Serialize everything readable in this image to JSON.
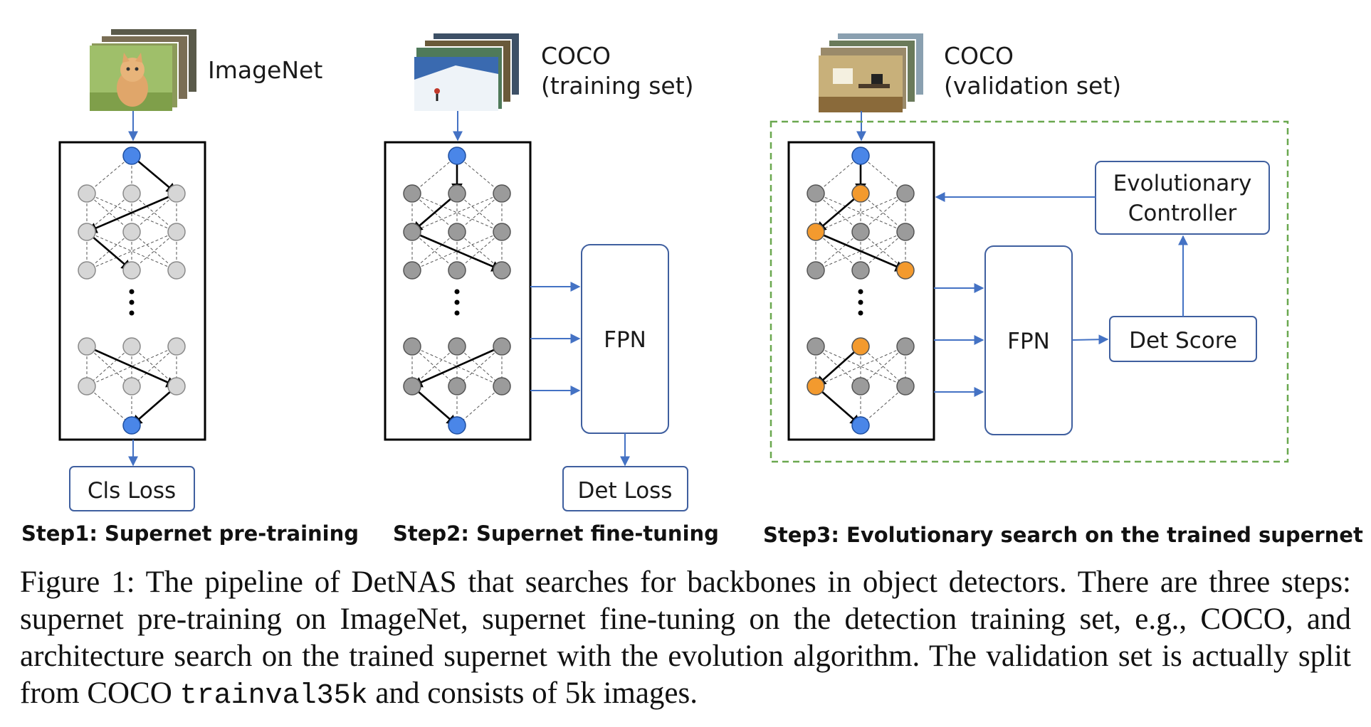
{
  "datasets": {
    "imagenet": "ImageNet",
    "coco_train_line1": "COCO",
    "coco_train_line2": "(training set)",
    "coco_val_line1": "COCO",
    "coco_val_line2": "(validation set)"
  },
  "boxes": {
    "cls_loss": "Cls Loss",
    "det_loss": "Det Loss",
    "fpn_step2": "FPN",
    "fpn_step3": "FPN",
    "det_score": "Det Score",
    "evo_line1": "Evolutionary",
    "evo_line2": "Controller"
  },
  "steps": {
    "step1": "Step1: Supernet pre-training",
    "step2": "Step2: Supernet fine-tuning",
    "step3": "Step3: Evolutionary search on the trained supernet"
  },
  "caption": {
    "text_before_code": "Figure 1: The pipeline of DetNAS that searches for backbones in object detectors. There are three steps: supernet pre-training on ImageNet, supernet fine-tuning on the detection training set, e.g., COCO, and architecture search on the trained supernet with the evolution algorithm. The validation set is actually split from COCO",
    "code": "trainval35k",
    "text_after_code": "and consists of 5k images."
  },
  "colors": {
    "arrow": "#4472c4",
    "io_node": "#4a86e8",
    "node_light": "#d6d6d6",
    "node_dark": "#9b9b9b",
    "node_selected": "#f39a2e",
    "search_border": "#6aa84f",
    "box_border": "#3f5f9f"
  }
}
